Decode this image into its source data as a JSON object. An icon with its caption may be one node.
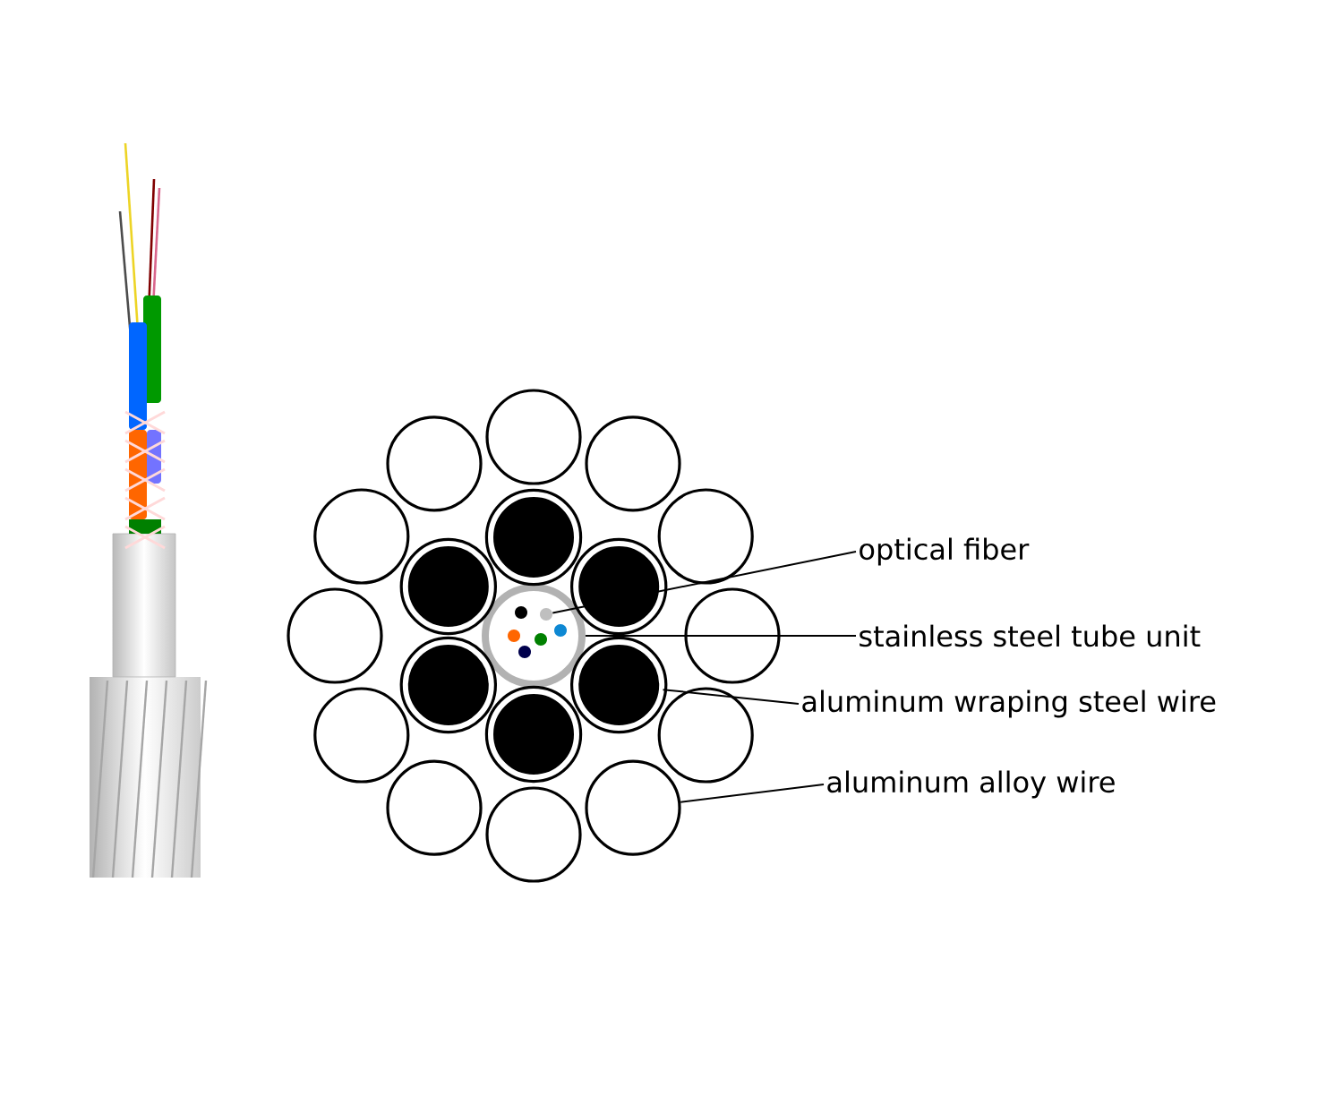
{
  "diagram": {
    "nodes": [
      {
        "text": [
          "optical fiber"
        ]
      },
      {
        "text": [
          "stainless steel tube unit"
        ]
      },
      {
        "text": [
          "aluminum wraping steel wire"
        ]
      },
      {
        "text": [
          "aluminum alloy wire"
        ]
      },
      {
        "text": [],
        "shape": "circle"
      },
      {
        "text": [],
        "shape": "circle",
        "in": 4
      },
      {
        "text": [],
        "shape": "circle"
      },
      {
        "text": [],
        "shape": "circle"
      },
      {
        "text": [],
        "shape": "circle"
      },
      {
        "text": [],
        "shape": "circle"
      },
      {
        "text": [],
        "shape": "circle"
      },
      {
        "text": [],
        "shape": "circle"
      },
      {
        "text": [],
        "shape": "circle"
      },
      {
        "text": [],
        "shape": "circle"
      },
      {
        "text": [],
        "shape": "circle"
      },
      {
        "text": [],
        "shape": "circle"
      },
      {
        "text": [],
        "shape": "circle"
      },
      {
        "text": [],
        "shape": "circle"
      },
      {
        "text": [],
        "shape": "circle"
      },
      {
        "text": [],
        "shape": "circle"
      },
      {
        "text": [],
        "shape": "circle"
      },
      {
        "text": [],
        "shape": "circle"
      },
      {
        "text": [],
        "shape": "circle"
      },
      {
        "text": [],
        "shape": "circle"
      }
    ],
    "edges": [
      {
        "from": 0,
        "to": 5,
        "arrow": "none"
      },
      {
        "from": 1,
        "to": 4,
        "arrow": "none"
      },
      {
        "from": 2,
        "to": 10,
        "arrow": "none"
      },
      {
        "from": 3,
        "to": 22,
        "arrow": "none"
      }
    ]
  }
}
